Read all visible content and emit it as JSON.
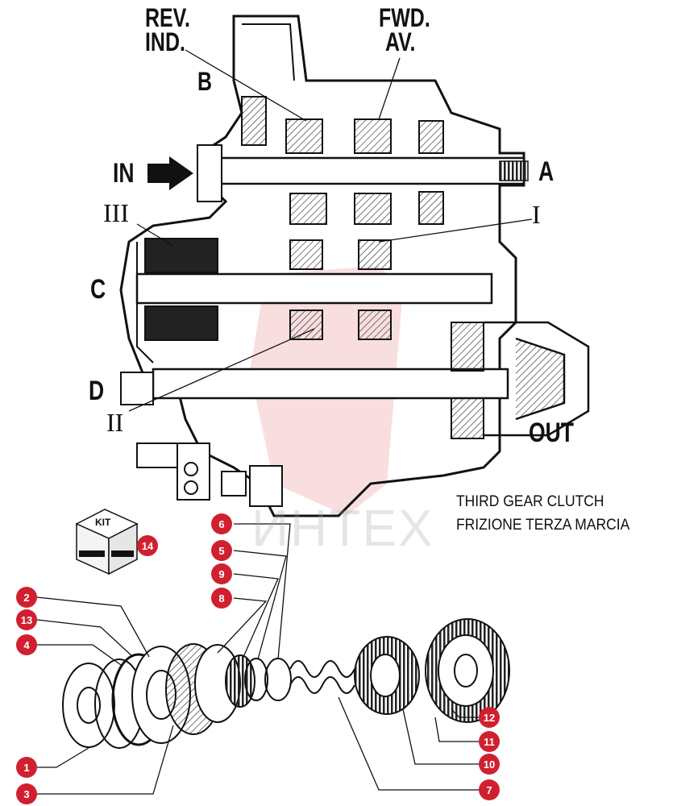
{
  "diagram": {
    "labels": {
      "rev_ind_1": "REV.",
      "rev_ind_2": "IND.",
      "fwd_av_1": "FWD.",
      "fwd_av_2": "AV.",
      "b": "B",
      "in": "IN",
      "a": "A",
      "iii": "III",
      "i": "I",
      "c": "C",
      "d": "D",
      "ii": "II",
      "out": "OUT"
    },
    "caption": {
      "line1": "THIRD GEAR CLUTCH",
      "line2": "FRIZIONE TERZA MARCIA"
    },
    "watermark": "ИНТЕХ",
    "kit_label": "KIT",
    "callouts": [
      "1",
      "2",
      "3",
      "4",
      "5",
      "6",
      "7",
      "8",
      "9",
      "10",
      "11",
      "12",
      "13",
      "14"
    ]
  },
  "colors": {
    "callout": "#d0202f",
    "ink": "#111111",
    "watermark": "#e8a0a4"
  }
}
